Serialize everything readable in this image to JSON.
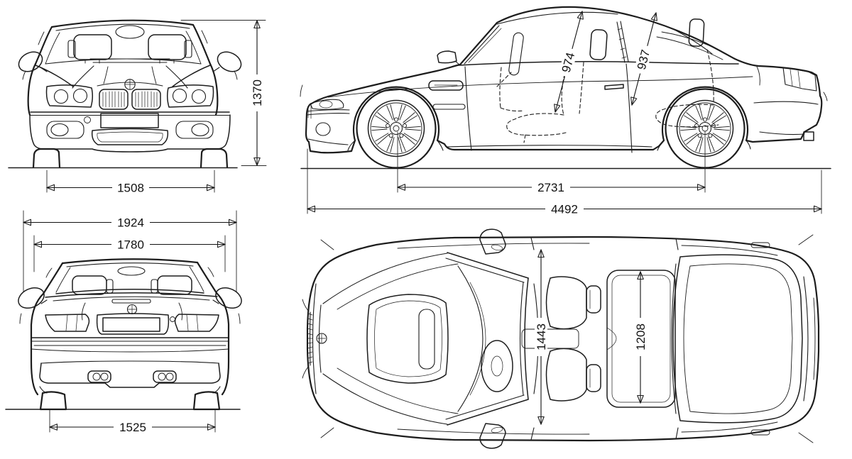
{
  "views": {
    "front": {
      "track_width": "1508",
      "overall_height": "1370"
    },
    "side": {
      "front_headroom": "974",
      "rear_headroom": "937",
      "wheelbase": "2731",
      "overall_length": "4492"
    },
    "rear": {
      "overall_width_with_mirrors": "1924",
      "body_width": "1780",
      "rear_track": "1525"
    },
    "top": {
      "front_interior_width": "1443",
      "rear_interior_width": "1208"
    }
  }
}
